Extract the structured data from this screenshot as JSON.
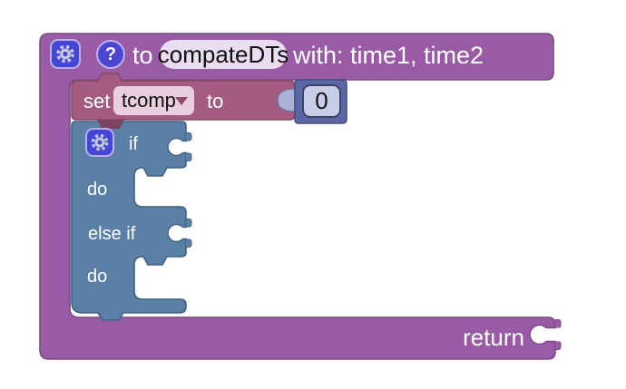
{
  "colors": {
    "procedure_fill": "#995ba5",
    "procedure_border": "#7a4984",
    "variable_fill": "#a55b80",
    "variable_border": "#834966",
    "logic_fill": "#5b80a5",
    "logic_border": "#416180",
    "math_fill": "#5b67a5",
    "math_border": "#434e7e",
    "icon_blue": "#4546d8"
  },
  "procedure_block": {
    "to_label": "to",
    "name": "compateDTs",
    "params_label": "with: time1, time2",
    "return_label": "return",
    "help_glyph": "?"
  },
  "set_block": {
    "set_label": "set",
    "variable": "tcomp",
    "to_label": "to"
  },
  "number_block": {
    "value": "0"
  },
  "if_block": {
    "if_label": "if",
    "do1_label": "do",
    "else_if_label": "else if",
    "do2_label": "do"
  }
}
